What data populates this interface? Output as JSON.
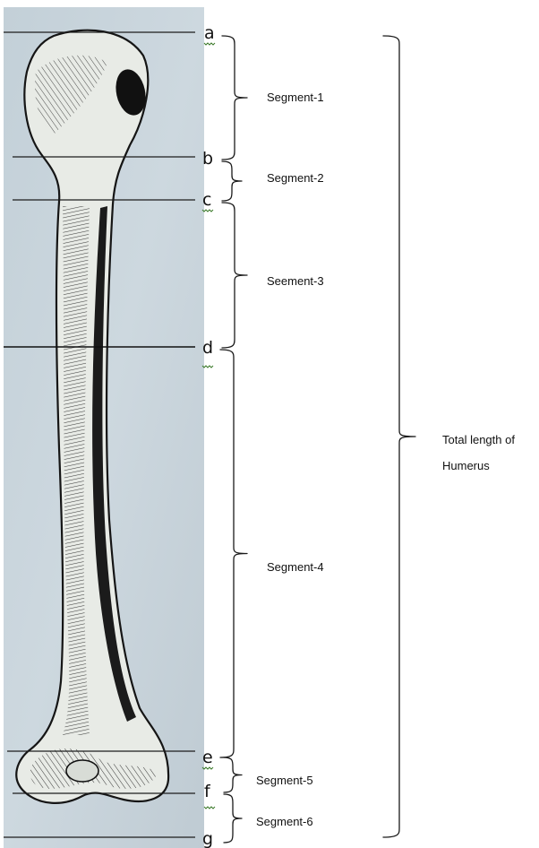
{
  "points": [
    "a",
    "b",
    "c",
    "d",
    "e",
    "f",
    "g"
  ],
  "segments": [
    "Segment-1",
    "Segment-2",
    "Seement-3",
    "Segment-4",
    "Segment-5",
    "Segment-6"
  ],
  "total_label_lines": [
    "Total length of",
    "Humerus"
  ],
  "colors": {
    "paper": "#c8d4dc",
    "ink": "#1a1a1a",
    "bone_shade": "#2a2a2a",
    "spellcheck_squiggle": "#3b7a2a"
  }
}
